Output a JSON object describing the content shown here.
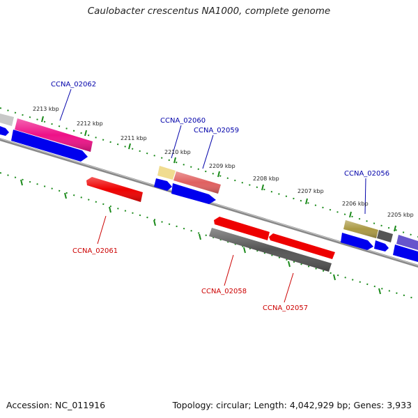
{
  "title": "Caulobacter crescentus NA1000, complete genome",
  "footer": {
    "accession": "Accession: NC_011916",
    "summary": "Topology: circular; Length: 4,042,929 bp; Genes: 3,933"
  },
  "scale_ticks": [
    "2213 kbp",
    "2212 kbp",
    "2211 kbp",
    "2210 kbp",
    "2209 kbp",
    "2208 kbp",
    "2207 kbp",
    "2206 kbp",
    "2205 kbp"
  ],
  "gene_labels": {
    "plus": [
      "CCNA_02062",
      "CCNA_02060",
      "CCNA_02059",
      "CCNA_02056"
    ],
    "minus": [
      "CCNA_02061",
      "CCNA_02058",
      "CCNA_02057"
    ]
  },
  "colors": {
    "plus_label": "#0000aa",
    "minus_label": "#cc0000",
    "blue_gene": "#0000ee",
    "red_gene": "#ee0000",
    "gray_gene": "#555555",
    "pink_gene": "#ee1188",
    "salmon_gene": "#e06060",
    "yellow_gene": "#f0dc90",
    "olive_gene": "#aa9944",
    "violet_gene": "#6655cc",
    "tick_green": "#1a8a1a",
    "backbone": "#888888"
  }
}
